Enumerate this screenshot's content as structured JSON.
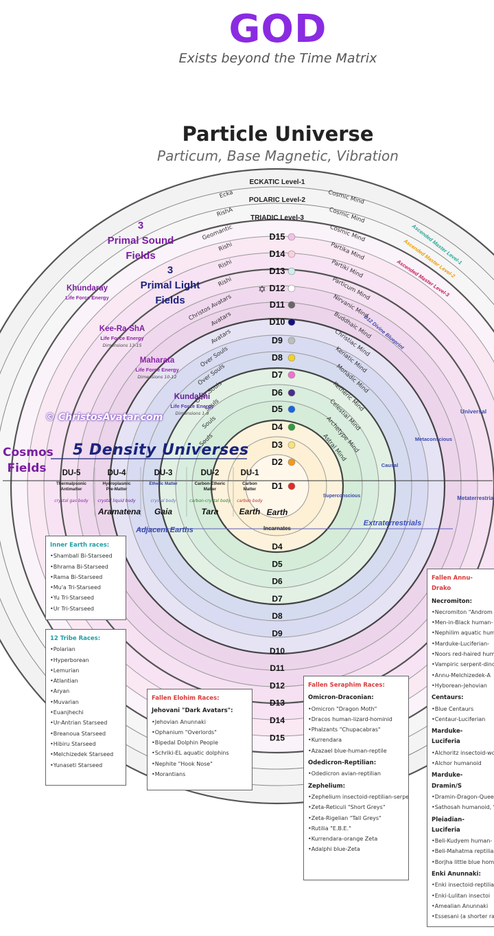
{
  "header": {
    "god_title": "GOD",
    "god_subtitle": "Exists beyond the Time Matrix",
    "universe_title": "Particle Universe",
    "universe_subtitle": "Particum, Base Magnetic, Vibration"
  },
  "levels": [
    "ECKATIC Level-1",
    "POLARIC Level-2",
    "TRIADIC Level-3"
  ],
  "upper_dimensions": [
    {
      "name": "D15",
      "dot": "#f3c1e6"
    },
    {
      "name": "D14",
      "dot": "#fbd0dc"
    },
    {
      "name": "D13",
      "dot": "#cdeeee"
    },
    {
      "name": "D12",
      "dot": "#ffffff"
    },
    {
      "name": "D11",
      "dot": "#666666"
    },
    {
      "name": "D10",
      "dot": "#11117a"
    },
    {
      "name": "D9",
      "dot": "#bdbdbd"
    },
    {
      "name": "D8",
      "dot": "#f4d31c"
    },
    {
      "name": "D7",
      "dot": "#f36fd0"
    },
    {
      "name": "D6",
      "dot": "#4b2c8a"
    },
    {
      "name": "D5",
      "dot": "#1565e6"
    },
    {
      "name": "D4",
      "dot": "#2e9e3c"
    },
    {
      "name": "D3",
      "dot": "#f8e27a"
    },
    {
      "name": "D2",
      "dot": "#f29a1b"
    },
    {
      "name": "D1",
      "dot": "#e02b2b"
    }
  ],
  "lower_dimensions": [
    "D4",
    "D5",
    "D6",
    "D7",
    "D8",
    "D9",
    "D10",
    "D11",
    "D12",
    "D13",
    "D14",
    "D15"
  ],
  "beings_left": [
    "Ecka",
    "RishA",
    "Geomantic",
    "Rishi",
    "Rishi",
    "Rishi",
    "Christos Avatars",
    "Avatars",
    "Avatars",
    "Over Souls",
    "Over Souls",
    "Over Souls",
    "Souls",
    "Souls",
    "Souls"
  ],
  "minds_right": [
    "Cosmic Mind",
    "Cosmic Mind",
    "Cosmic Mind",
    "Partika Mind",
    "Partiki Mind",
    "Particum Mind",
    "Nirvanic Mind",
    "Buddhaic Mind",
    "Christiac Mind",
    "Keriatic Mind",
    "Monadic Mind",
    "Ketheric Mind",
    "Celestial Mind",
    "Archetype Mind",
    "Astral Mind"
  ],
  "left_fields": {
    "primal_sound": "3\nPrimal Sound\nFields",
    "primal_light": "3\nPrimal Light\nFields",
    "khundaray": "Khundaray",
    "khundaray_sub": "Life Force Energy",
    "keerasha": "Kee-Ra-ShA",
    "keerasha_sub": "Life Force Energy",
    "keerasha_dims": "Dimensions 13-15",
    "maharata": "Maharata",
    "maharata_sub": "Life Force Energy",
    "maharata_dims": "Dimensions 10-12",
    "kundalini": "Kundalini",
    "kundalini_sub": "Life Force Energy",
    "kundalini_dims": "Dimensions 1-9"
  },
  "watermark": "© ChristosAvatar.com",
  "cosmos_fields": "Cosmos\nFields",
  "density_title": "5 Density Universes",
  "density_universes": [
    {
      "code": "DU-5",
      "matter": "Thermalpsonic\nAntimatter",
      "body": "crystal gas body",
      "planet": ""
    },
    {
      "code": "DU-4",
      "matter": "Hydroplasmic\nPre-Matter",
      "body": "crystal liquid body",
      "planet": "Aramatena"
    },
    {
      "code": "DU-3",
      "matter": "Etheric Matter",
      "body": "crystal body",
      "planet": "Gaia"
    },
    {
      "code": "DU-2",
      "matter": "Carbon-Etheric\nMatter",
      "body": "carbon-crystal body",
      "planet": "Tara"
    },
    {
      "code": "DU-1",
      "matter": "Carbon\nMatter",
      "body": "carbon body",
      "planet": "Earth"
    }
  ],
  "adjacent_earths": "Adjacent Earths",
  "incarnates": "Incarnates",
  "extraterrestrials": "Extraterrestrials",
  "right_labels": {
    "universal": "Universal",
    "metaconscious": "Metaconscious",
    "causal": "Causal",
    "superconscious": "Superconscious",
    "metaterrestrial": "Metaterrestrials",
    "d12_blueprint": "D12 Divine Blueprint",
    "ascended_1": "Ascended Master Level-1",
    "ascended_2": "Ascended Master Level-2",
    "ascended_3": "Ascended Master Level-3"
  },
  "inner_earth": {
    "title": "Inner Earth races:",
    "items": [
      "Shamball Bi-Starseed",
      "Bhrama Bi-Starseed",
      "Rama Bi-Starseed",
      "Mu'a Tri-Starseed",
      "Yu Tri-Starseed",
      "Ur Tri-Starseed"
    ]
  },
  "tribe_races": {
    "title": "12 Tribe Races:",
    "items": [
      "Polarian",
      "Hyperborean",
      "Lemurian",
      "Atlantian",
      "Aryan",
      "Muvarian",
      "Euanjhechi",
      "Ur-Antrian Starseed",
      "Breanoua Starseed",
      "Hibiru Starseed",
      "Melchizedek Starseed",
      "Yunaseti Starseed"
    ]
  },
  "elohim": {
    "title": "Fallen Elohim Races:",
    "group": "Jehovani \"Dark Avatars\":",
    "items": [
      "Jehovian Anunnaki",
      "Ophanium \"Overlords\"",
      "Bipedal Dolphin People",
      "Schriki-EL aquatic dolphins",
      "Nephite \"Hook Nose\"",
      "Morantians"
    ]
  },
  "seraphim": {
    "title": "Fallen Seraphim Races:",
    "groups": [
      {
        "name": "Omicron-Draconian:",
        "items": [
          "Omicron \"Dragon Moth\"",
          "Dracos human-lizard-hominid",
          "Phalzants \"Chupacabras\"",
          "Kurrendara",
          "Azazael blue-human-reptile"
        ]
      },
      {
        "name": "Odedicron-Reptilian:",
        "items": [
          "Odedicron avian-reptilian"
        ]
      },
      {
        "name": "Zephelium:",
        "items": [
          "Zephelium insectoid-reptilian-serpent",
          "Zeta-Reticuli \"Short Greys\"",
          "Zeta-Rigelian \"Tall Greys\"",
          "Rutilia \"E.B.E.\"",
          "Kurrendara-orange Zeta",
          "Adalphi blue-Zeta"
        ]
      }
    ]
  },
  "annu": {
    "title": "Fallen Annu-Drako",
    "groups": [
      {
        "name": "Necromiton:",
        "items": [
          "Necromiton \"Androm",
          "Men-in-Black human-",
          "Nephilim aquatic hum",
          "Marduke-Luciferian-",
          "Noors red-haired hum",
          "Vampiric serpent-dino",
          "Annu-Melchizedek-A",
          "Hyborean-Jehovian"
        ]
      },
      {
        "name": "Centaurs:",
        "items": [
          "Blue Centaurs",
          "Centaur-Luciferian"
        ]
      },
      {
        "name": "Marduke-Luciferia",
        "items": [
          "Alchoritz insectoid-wo",
          "Alchor humanoid"
        ]
      },
      {
        "name": "Marduke-Dramin/S",
        "items": [
          "Dramin-Dragon-Quee",
          "Sathosah humanoid, \""
        ]
      },
      {
        "name": "Pleiadian-Luciferia",
        "items": [
          "Beli-Kudyem human-",
          "Beli-Mahatma reptilia",
          "Borjha little blue hom"
        ]
      },
      {
        "name": "Enki Anunnaki:",
        "items": [
          "Enki insectoid-reptilia",
          "Enki-Lulitan insectoi",
          "Amealian Anunnaki",
          "Essesani (a shorter rac"
        ]
      }
    ]
  },
  "dimension_dot_d15": "#f3c1e6"
}
